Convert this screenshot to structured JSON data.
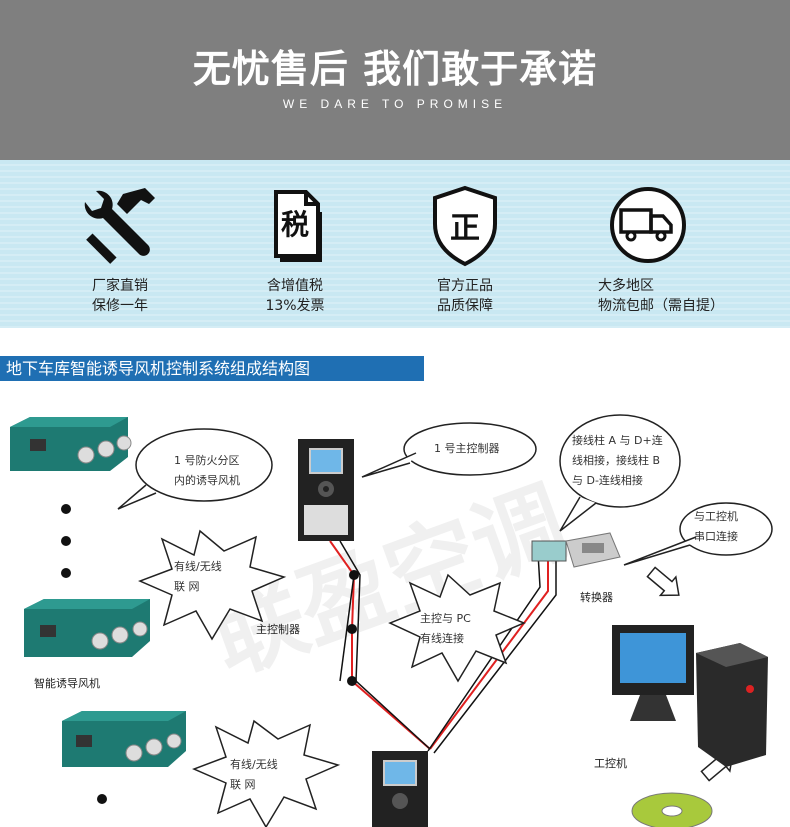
{
  "banner": {
    "title": "无忧售后 我们敢于承诺",
    "subtitle": "WE  DARE TO PROMISE",
    "background": "#7f7f7f"
  },
  "features": [
    {
      "icon": "tools-icon",
      "line1": "厂家直销",
      "line2": "保修一年"
    },
    {
      "icon": "tax-document-icon",
      "icon_text": "税",
      "line1": "含增值税",
      "line2": "13%发票"
    },
    {
      "icon": "genuine-shield-icon",
      "icon_text": "正",
      "line1": "官方正品",
      "line2": "品质保障"
    },
    {
      "icon": "delivery-truck-icon",
      "line1": "大多地区",
      "line2": "物流包邮（需自提）"
    }
  ],
  "section": {
    "title": "地下车库智能诱导风机控制系统组成结构图",
    "color": "#1f6fb3"
  },
  "diagram": {
    "watermark": "联盈空调",
    "bubble_fan_line1": "1 号防火分区",
    "bubble_fan_line2": "内的诱导风机",
    "bubble_main": "1 号主控制器",
    "bubble_terminal_line1": "接线柱 A 与 D+连",
    "bubble_terminal_line2": "线相接，接线柱 B",
    "bubble_terminal_line3": "与 D-连线相接",
    "bubble_pc_line1": "与工控机",
    "bubble_pc_line2": "串口连接",
    "burst1_line1": "有线/无线",
    "burst1_line2": "联     网",
    "burst2_line1": "主控与 PC",
    "burst2_line2": "有线连接",
    "burst3_line1": "有线/无线",
    "burst3_line2": "联     网",
    "label_controller": "主控制器",
    "label_fan": "智能诱导风机",
    "label_converter": "转换器",
    "label_pc": "工控机"
  }
}
